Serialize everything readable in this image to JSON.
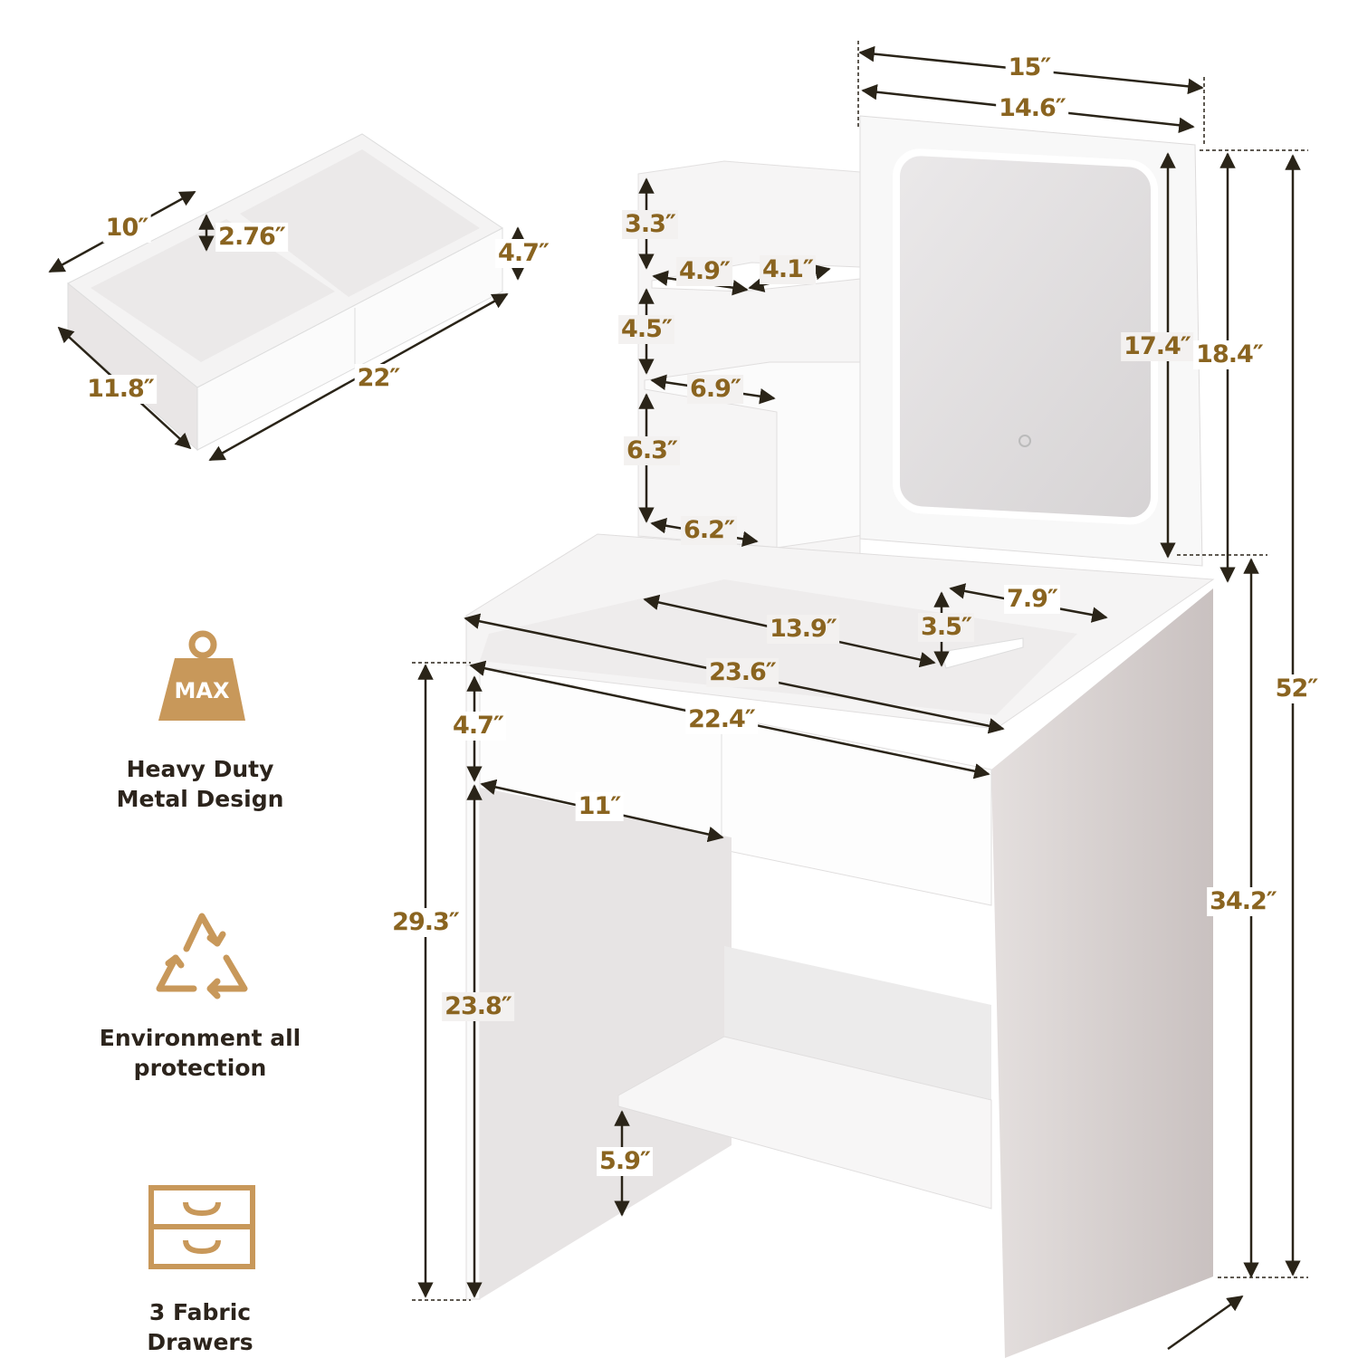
{
  "colors": {
    "label": "#8a6420",
    "line": "#2a2418",
    "icon": "#c8985a",
    "feature_text": "#2c241c"
  },
  "drawer_dimensions": {
    "width": "10″",
    "inner_depth": "2.76″",
    "height": "4.7″",
    "length": "11.8″",
    "total_width": "22″"
  },
  "mirror_dimensions": {
    "outer_width": "15″",
    "inner_width": "14.6″",
    "inner_height": "17.4″",
    "outer_height": "18.4″"
  },
  "shelf_dimensions": {
    "top_gap": "3.3″",
    "shelf_a": "4.9″",
    "shelf_b": "4.1″",
    "middle_gap": "4.5″",
    "middle_shelf": "6.9″",
    "bottom_gap": "6.3″",
    "bottom_shelf": "6.2″"
  },
  "desk_dimensions": {
    "back_depth": "7.9″",
    "inner_width": "13.9″",
    "rail_height": "3.5″",
    "top_width": "23.6″",
    "drawer_width": "22.4″",
    "drawer_height": "4.7″",
    "single_drawer": "11″"
  },
  "height_dimensions": {
    "total": "52″",
    "desk_height": "29.3″",
    "side_height": "34.2″",
    "knee_clearance": "23.8″",
    "shelf_height": "5.9″"
  },
  "features": [
    {
      "icon": "weight-max-icon",
      "badge": "MAX",
      "line1": "Heavy Duty",
      "line2": "Metal Design"
    },
    {
      "icon": "recycle-icon",
      "line1": "Environment all",
      "line2": "protection"
    },
    {
      "icon": "drawers-icon",
      "line1": "3 Fabric",
      "line2": "Drawers"
    }
  ]
}
